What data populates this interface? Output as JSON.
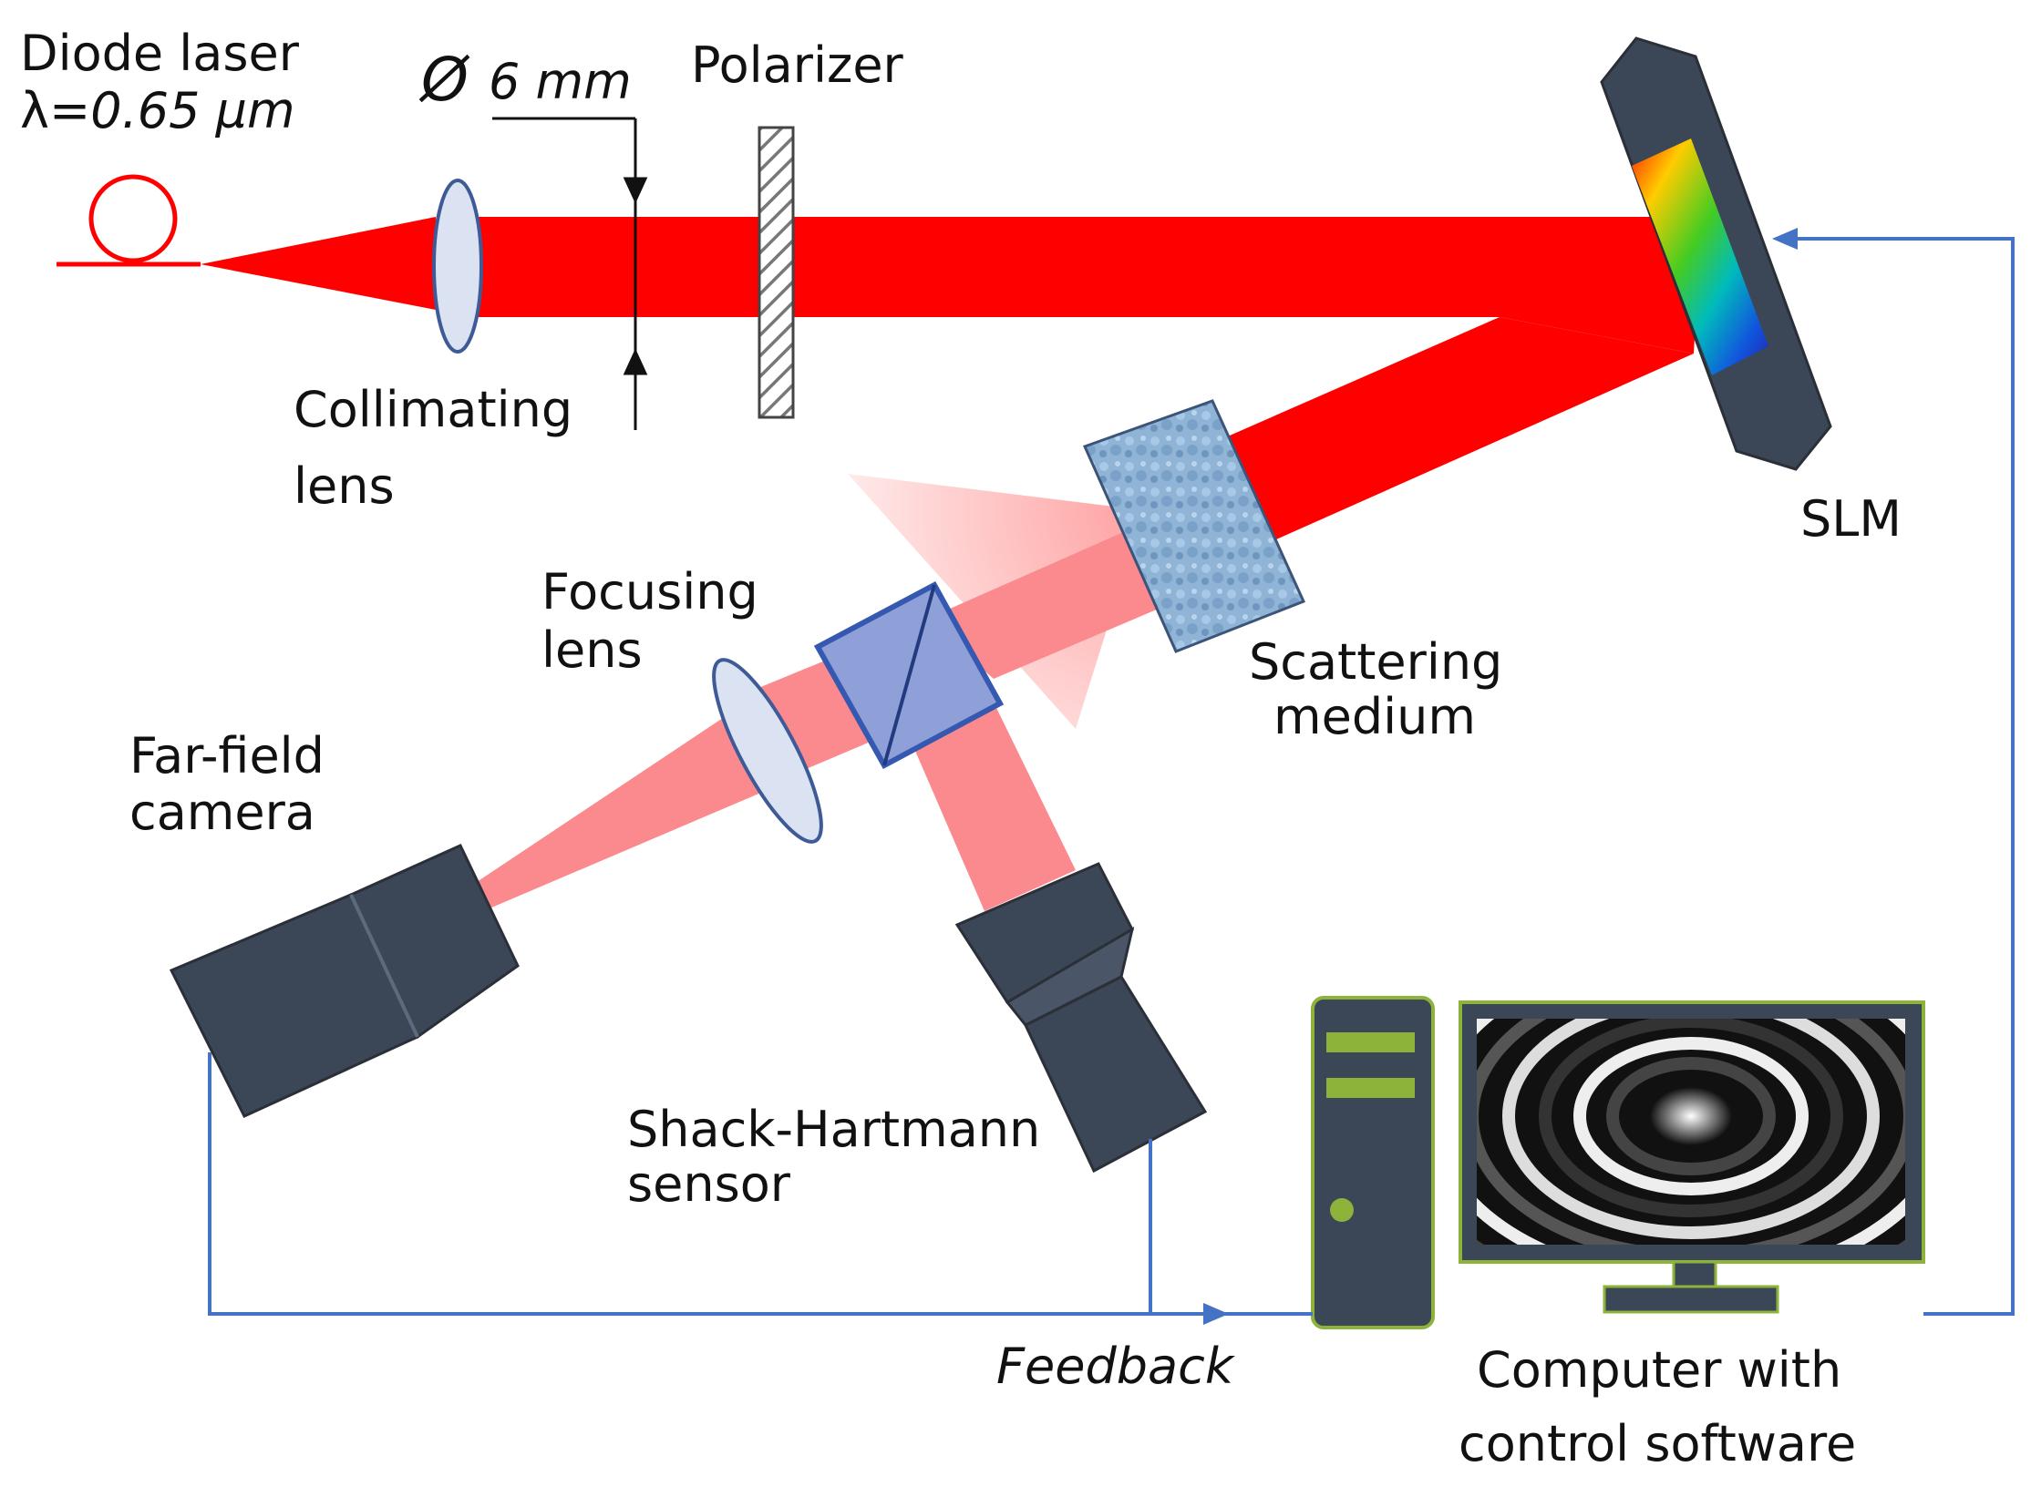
{
  "labels": {
    "diode_laser": "Diode laser",
    "wavelength_symbol": "λ=",
    "wavelength_value": "0.65 µm",
    "diameter_symbol": "Ø",
    "diameter_value": "6 mm",
    "polarizer": "Polarizer",
    "collimating_lens_1": "Collimating",
    "collimating_lens_2": "lens",
    "slm": "SLM",
    "focusing_lens_1": "Focusing",
    "focusing_lens_2": "lens",
    "scattering_medium_1": "Scattering",
    "scattering_medium_2": "medium",
    "far_field_camera_1": "Far-field",
    "far_field_camera_2": "camera",
    "shack_hartmann_1": "Shack-Hartmann",
    "shack_hartmann_2": "sensor",
    "feedback": "Feedback",
    "computer_1": "Computer with",
    "computer_2": "control software"
  },
  "colors": {
    "beam": "#ff0000",
    "beam_light": "#fb8a8f",
    "feedback_line": "#4472c4",
    "device_body": "#3b4657",
    "computer_accent": "#8db33a",
    "lens_fill": "#dbe3f3",
    "lens_stroke": "#3e5a97"
  }
}
